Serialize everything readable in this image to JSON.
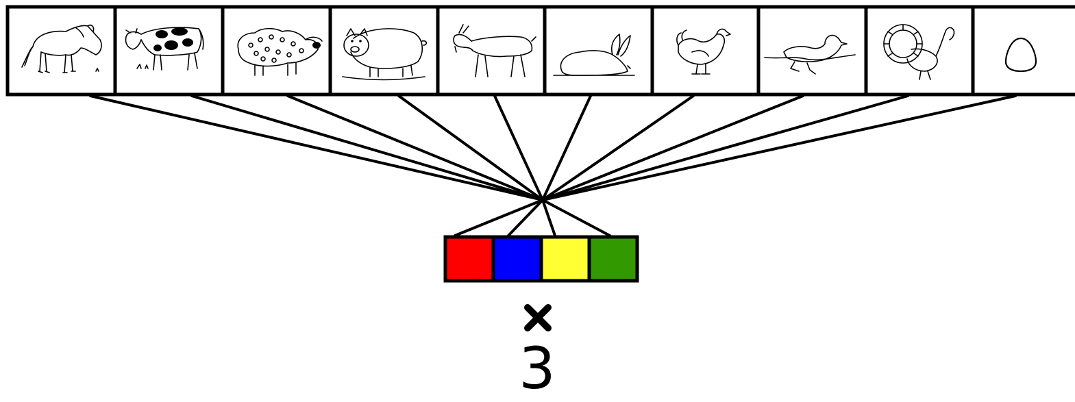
{
  "animals": [
    {
      "name": "horse",
      "icon": "horse-icon"
    },
    {
      "name": "cow",
      "icon": "cow-icon"
    },
    {
      "name": "sheep",
      "icon": "sheep-icon"
    },
    {
      "name": "pig",
      "icon": "pig-icon"
    },
    {
      "name": "goat",
      "icon": "goat-icon"
    },
    {
      "name": "rabbit",
      "icon": "rabbit-icon"
    },
    {
      "name": "chicken",
      "icon": "chicken-icon"
    },
    {
      "name": "duck",
      "icon": "duck-icon"
    },
    {
      "name": "turkey",
      "icon": "turkey-icon"
    },
    {
      "name": "egg",
      "icon": "egg-icon"
    }
  ],
  "colors": [
    {
      "name": "red",
      "hex": "#ff0000"
    },
    {
      "name": "blue",
      "hex": "#0000ff"
    },
    {
      "name": "yellow",
      "hex": "#ffff33"
    },
    {
      "name": "green",
      "hex": "#339900"
    }
  ],
  "operator_icon": "times-icon",
  "multiplier": "3"
}
